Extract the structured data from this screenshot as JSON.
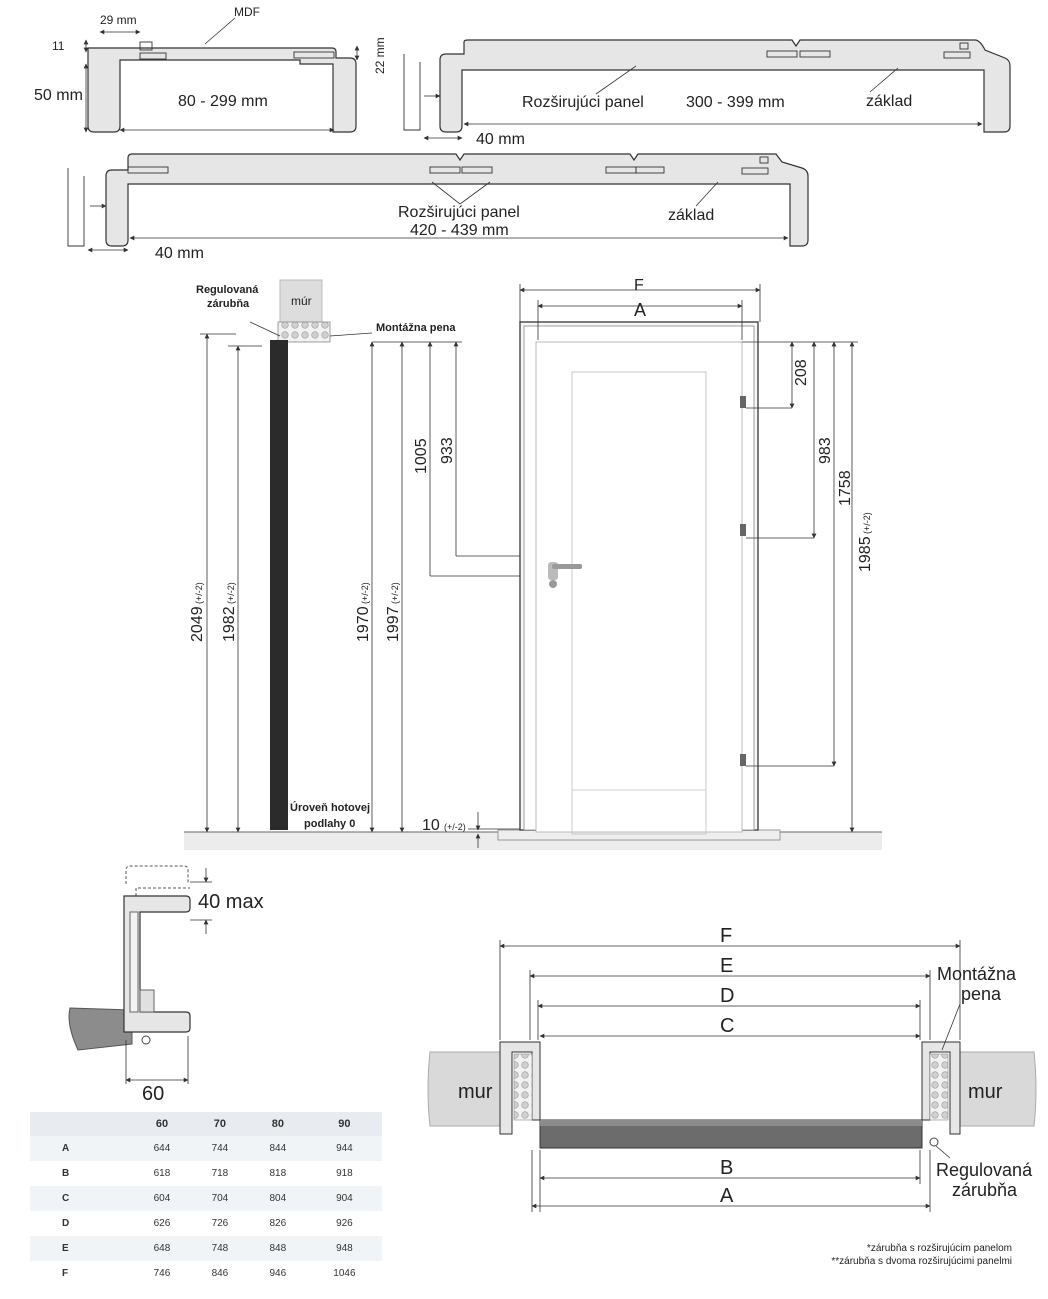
{
  "top_profile": {
    "mdf_label": "MDF",
    "dim_29": "29 mm",
    "dim_11": "11",
    "dim_22": "22 mm",
    "dim_50": "50 mm",
    "range": "80 - 299 mm"
  },
  "profile_300": {
    "panel_label": "Rozširujúci panel",
    "range": "300 - 399 mm",
    "base_label": "základ",
    "dim_40": "40 mm"
  },
  "profile_420": {
    "panel_label": "Rozširujúci panel",
    "range": "420 - 439 mm",
    "base_label": "základ",
    "dim_40": "40 mm"
  },
  "section": {
    "frame_label_1": "Regulovaná",
    "frame_label_2": "zárubňa",
    "wall_label": "múr",
    "foam_label": "Montážna pena",
    "floor_label_1": "Úroveň hotovej",
    "floor_label_2": "podlahy 0",
    "d2049": "2049",
    "d1982": "1982",
    "d1970": "1970",
    "d1997": "1997",
    "tol": "(+/-2)",
    "d1005": "1005",
    "d933": "933",
    "d10": "10",
    "tol_10": "(+/-2)"
  },
  "door": {
    "label_f": "F",
    "label_a": "A",
    "d208": "208",
    "d983": "983",
    "d1758": "1758",
    "d1985": "1985",
    "tol": "(+/-2)"
  },
  "corner": {
    "dim_40max": "40 max",
    "dim_60": "60"
  },
  "plan": {
    "F": "F",
    "E": "E",
    "D": "D",
    "C": "C",
    "B": "B",
    "A": "A",
    "wall_left": "mur",
    "wall_right": "mur",
    "foam_1": "Montážna",
    "foam_2": "pena",
    "frame_1": "Regulovaná",
    "frame_2": "zárubňa"
  },
  "table": {
    "headers": [
      "",
      "60",
      "70",
      "80",
      "90"
    ],
    "rows": [
      [
        "A",
        "644",
        "744",
        "844",
        "944"
      ],
      [
        "B",
        "618",
        "718",
        "818",
        "918"
      ],
      [
        "C",
        "604",
        "704",
        "804",
        "904"
      ],
      [
        "D",
        "626",
        "726",
        "826",
        "926"
      ],
      [
        "E",
        "648",
        "748",
        "848",
        "948"
      ],
      [
        "F",
        "746",
        "846",
        "946",
        "1046"
      ]
    ]
  },
  "footnotes": {
    "note1": "*zárubňa s rozširujúcim panelom",
    "note2": "**zárubňa s dvoma rozširujúcimi panelmi"
  }
}
